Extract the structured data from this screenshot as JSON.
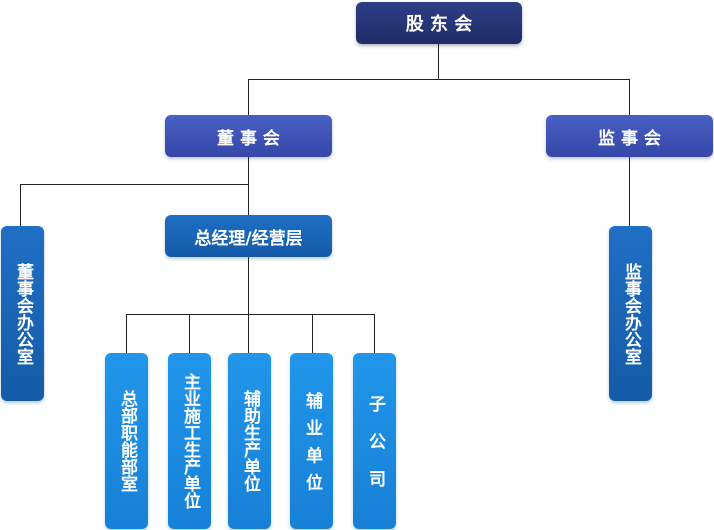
{
  "colors": {
    "top": "#24336f",
    "board": "#3f52b8",
    "manager": "#1a66b8",
    "department": "#1c8ae0",
    "connector": "#222222"
  },
  "nodes": {
    "shareholders": "股东会",
    "board": "董事会",
    "supervisory_board": "监事会",
    "general_manager": "总经理/经营层",
    "board_office": "董事会办公室",
    "supervisory_office": "监事会办公室",
    "departments": [
      "总部职能部室",
      "主业施工生产单位",
      "辅助生产单位",
      "辅业单位",
      "子公司"
    ]
  }
}
